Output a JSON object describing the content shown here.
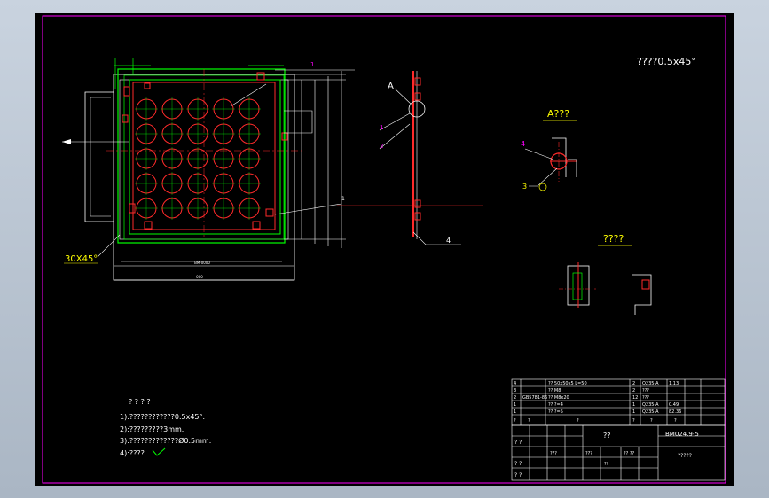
{
  "notes": {
    "top_right": "????0.5x45°",
    "chamfer_label": "30X45°",
    "section_a": "A???",
    "section_b": "????",
    "leader_a": "A",
    "title": "? ? ? ?",
    "lines": [
      "1):????????????0.5x45°.",
      "2):?????????3mm.",
      "3):?????????????Ø0.5mm.",
      "4):????"
    ]
  },
  "balloons": {
    "b1": "1",
    "b1b": "1",
    "b2": "2",
    "b3": "3",
    "b4": "4",
    "b4b": "4",
    "b1c": "1"
  },
  "bom": {
    "rows": [
      {
        "no": "4",
        "code": "",
        "name": "?? 50x50x5 L=50",
        "qty": "2",
        "mat": "Q235-A",
        "wt": "1.13"
      },
      {
        "no": "3",
        "code": "",
        "name": "?? M8",
        "qty": "2",
        "mat": "???",
        "wt": ""
      },
      {
        "no": "2",
        "code": "GB5781-86",
        "name": "?? M8x20",
        "qty": "12",
        "mat": "???",
        "wt": ""
      },
      {
        "no": "1",
        "code": "",
        "name": "?? ?=4",
        "qty": "1",
        "mat": "Q235-A",
        "wt": "0.49"
      },
      {
        "no": "1",
        "code": "",
        "name": "?? ?=5",
        "qty": "1",
        "mat": "Q235-A",
        "wt": "82.36"
      }
    ],
    "header": [
      "?",
      "?",
      "?",
      "?",
      "?",
      "?"
    ],
    "drawing_no": "BM024.9-5",
    "part_name": "??",
    "drawing_title": "?????",
    "row_labels": [
      "? ?",
      "? ?",
      "? ?"
    ],
    "cells": [
      "???",
      "???",
      "??",
      "?? ??"
    ]
  },
  "colors": {
    "paper": "#000000",
    "frame": "#ff00ff",
    "green": "#00ff00",
    "red": "#ff2a2a",
    "white": "#ffffff",
    "yellow": "#ffff00",
    "magenta": "#ff00ff"
  }
}
